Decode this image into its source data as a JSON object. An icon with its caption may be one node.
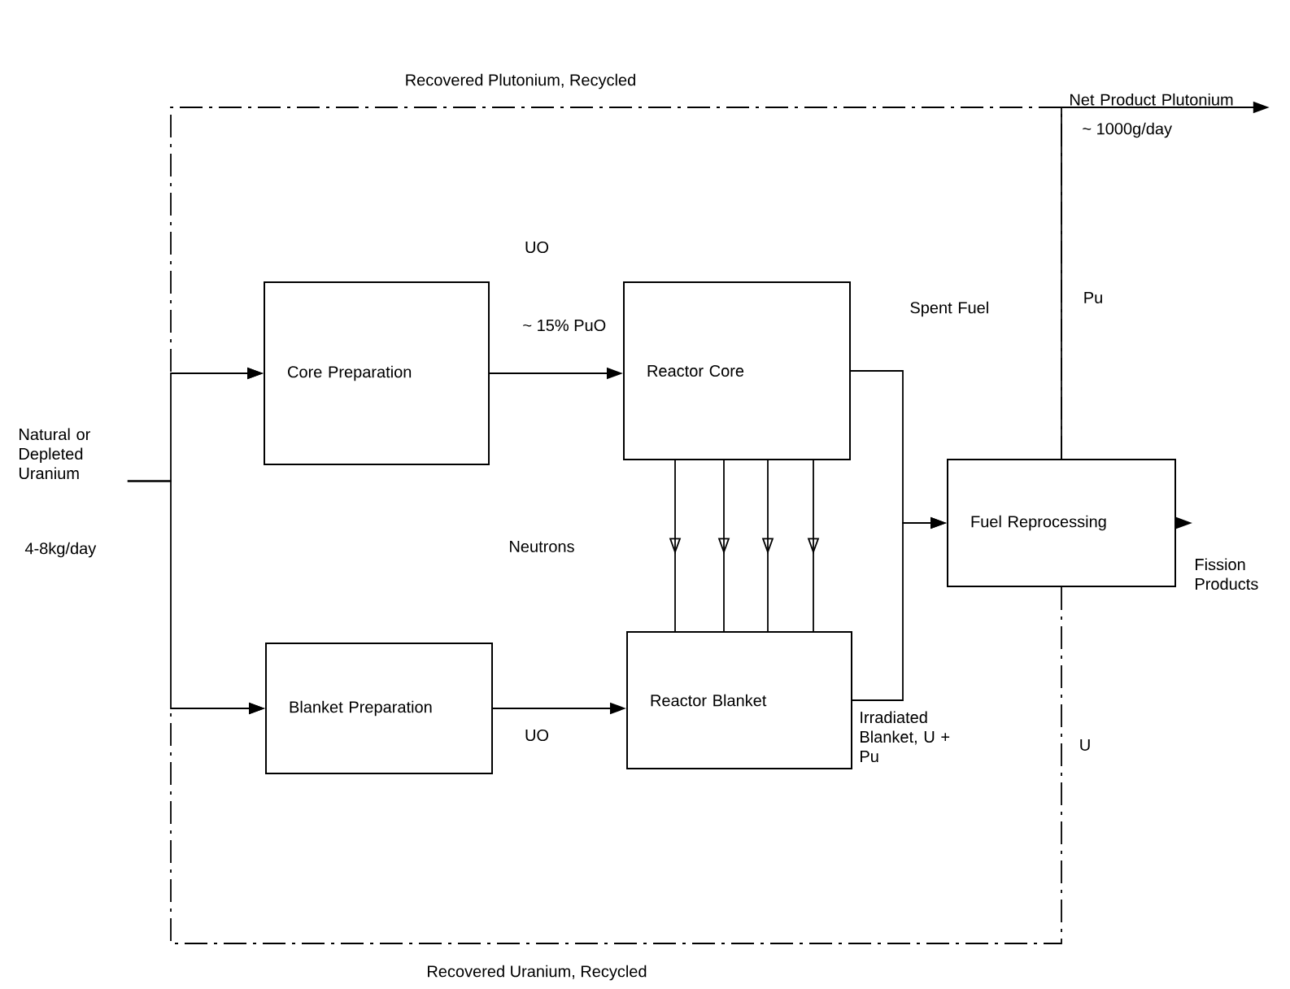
{
  "diagram": {
    "nodes": [
      {
        "text": [
          "Core Preparation"
        ]
      },
      {
        "text": [
          "Reactor Core"
        ]
      },
      {
        "text": [
          "Blanket Preparation"
        ]
      },
      {
        "text": [
          "Reactor Blanket"
        ]
      },
      {
        "text": [
          "Fuel Reprocessing"
        ]
      },
      {
        "text": [
          "Natural or Depleted Uranium"
        ],
        "beside": [
          "4-8kg/day"
        ]
      },
      {
        "text": [
          "Net Product Plutonium"
        ],
        "beside": [
          "~ 1000g/day"
        ]
      },
      {
        "text": [
          "Fission Products"
        ]
      }
    ],
    "edges": [
      {
        "from": 5,
        "to": 0,
        "arrow": "to"
      },
      {
        "from": 5,
        "to": 2,
        "arrow": "to"
      },
      {
        "from": 4,
        "to": 0,
        "arrow": "to",
        "style": "dashed",
        "label": "Recovered Plutonium, Recycled"
      },
      {
        "from": 4,
        "to": 6,
        "arrow": "to"
      },
      {
        "from": 4,
        "to": 2,
        "arrow": "to",
        "style": "dashed",
        "label": "Recovered Uranium, Recycled"
      },
      {
        "from": 0,
        "to": 1,
        "arrow": "to",
        "label": "~ 15% PuO"
      },
      {
        "from": 2,
        "to": 3,
        "arrow": "to",
        "label": "UO"
      },
      {
        "from": 1,
        "to": 3,
        "arrow": "to"
      },
      {
        "from": 1,
        "to": 3,
        "arrow": "to"
      },
      {
        "from": 1,
        "to": 3,
        "arrow": "to"
      },
      {
        "from": 1,
        "to": 3,
        "arrow": "to"
      },
      {
        "from": 1,
        "to": 4,
        "arrow": "to",
        "label": "Spent Fuel"
      },
      {
        "from": 3,
        "to": 4,
        "arrow": "to",
        "label": "Irradiated Blanket, U + Pu"
      },
      {
        "from": 4,
        "to": 7,
        "arrow": "to"
      }
    ],
    "labels": [
      "UO",
      "Pu",
      "Neutrons",
      "U"
    ]
  }
}
